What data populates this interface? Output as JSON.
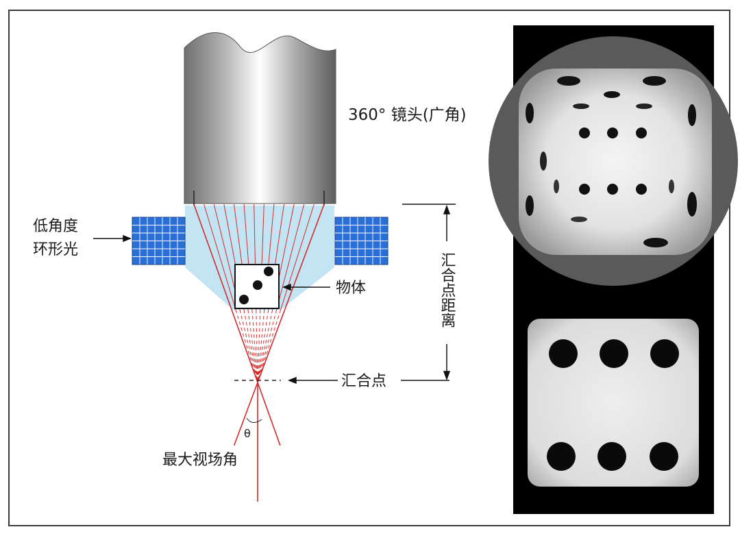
{
  "labels": {
    "lens": "360°  镜头(广角)",
    "light_line1": "低角度",
    "light_line2": "环形光",
    "object": "物体",
    "distance": "汇合点距离",
    "convergence": "汇合点",
    "theta": "θ",
    "fov": "最大视场角"
  },
  "colors": {
    "ray": "#d42a2a",
    "light_cell": "#2a6fd6",
    "light_cone": "#b9dff0",
    "frame": "#3a3a3a"
  },
  "photos": {
    "top": "wide-angle-dice-image",
    "bottom": "dice-face-six-image"
  }
}
